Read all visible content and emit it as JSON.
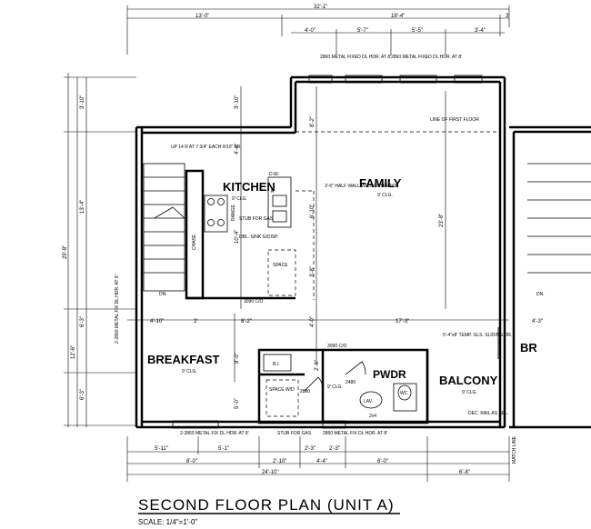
{
  "title": "SECOND FLOOR PLAN (UNIT A)",
  "scale": "SCALE: 1/4\"=1'-0\"",
  "rooms": {
    "kitchen": {
      "name": "KITCHEN",
      "clg": "9' CLG."
    },
    "family": {
      "name": "FAMILY",
      "clg": "9' CLG."
    },
    "breakfast": {
      "name": "BREAKFAST",
      "clg": "9' CLG."
    },
    "pwdr": {
      "name": "PWDR",
      "clg": "9' CLG."
    },
    "balcony": {
      "name": "BALCONY",
      "clg": "9' CLG."
    },
    "br_partial": "BR"
  },
  "notes": {
    "win1": "2860 METAL FIXED DL HDR. AT 8'",
    "win2": "2860 METAL FIXED DL HDR. AT 8'",
    "stair": "UP 14 R AT 7 3/4\" EACH 9/10\" TR.",
    "half_wall": "3'-6\" HALF WALL W/COUNTERTOP",
    "range": "RANGE",
    "stub": "STUB FOR GAS",
    "dbl_sink": "DBL. SINK G/DISP.",
    "dw": "D.W.",
    "re": "R",
    "space": "SPACE",
    "chase": "CHASE",
    "dn": "DN.",
    "first_floor": "LINE OF FIRST FLOOR",
    "door_3090": "3090 C/O",
    "door_3090b": "3090 C/O",
    "left_win": "2-2860 METAL FIX DL HDR. AT 8'",
    "bottom_win1": "2-2860 METAL FIX DL HDR. AT 8'",
    "bottom_win2": "2860 METAL FIX DL HDR. AT 8'",
    "stub2": "STUB FOR GAS",
    "space_wd": "SPACE W/D",
    "bi": "B.I.",
    "d2880": "2880",
    "d2480": "2480",
    "lav": "LAV.",
    "wc": "WC",
    "dw2": "2x4",
    "slider": "5'-4\"x8' TEMP. GLS. SLIDING DR.",
    "deck": "DEC. RAIL AS SEL.",
    "match": "MATCH LINE"
  },
  "dims": {
    "top_total": "32'-1\"",
    "top_left": "13'-0\"",
    "top_right": "18'-4\"",
    "top_small": "3'",
    "r1": "4'-0\"",
    "r2": "5'-7\"",
    "r3": "5'-5\"",
    "r4": "3'-4\"",
    "left_v1": "3'-10\"",
    "left_v2": "13'-4\"",
    "left_total": "29'-8\"",
    "left_v3": "6'-3\"",
    "left_v4": "12'-6\"",
    "left_v5": "6'-3\"",
    "in_v1": "3'-10\"",
    "in_v2": "4'-4\"",
    "in_v3": "10'-4\"",
    "in_v4": "8'-2\"",
    "in_v5": "6'-10\"",
    "in_v6": "3'-8\"",
    "in_v7": "4'-0\"",
    "in_v8": "8'-0\"",
    "in_v9": "2'-6\"",
    "in_v10": "5'-0\"",
    "family_v": "23'-8\"",
    "mid1": "4'-10\"",
    "mid2": "2'",
    "mid3": "8'-2\"",
    "mid4": "17'-3\"",
    "mid5": "4'-3\"",
    "b1": "5'-11\"",
    "b2": "5'-1\"",
    "b3": "2'-3\"",
    "b4": "2'-3\"",
    "b5": "8'-0\"",
    "b6": "2'-10\"",
    "b7": "4'-4\"",
    "b8": "6'-0\"",
    "b9": "24'-10\"",
    "b10": "6'-8\""
  }
}
